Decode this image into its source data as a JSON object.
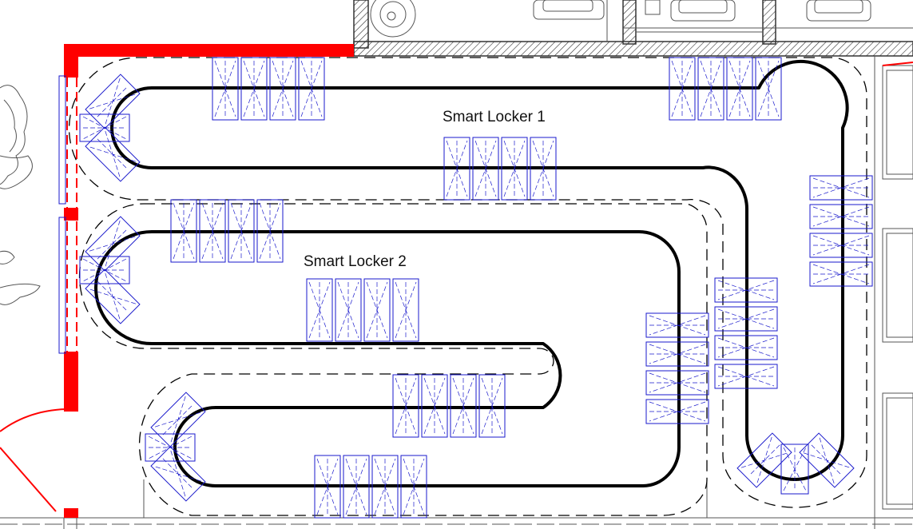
{
  "labels": {
    "locker1": "Smart Locker 1",
    "locker2": "Smart Locker 2"
  },
  "colors": {
    "track": "#000000",
    "carts": "#1a1acc",
    "wall_highlight": "#ff0000",
    "architecture": "#555555"
  },
  "elements": {
    "track_count": 2,
    "cart_style": "rectangular carts with diagonal arrow markings"
  }
}
